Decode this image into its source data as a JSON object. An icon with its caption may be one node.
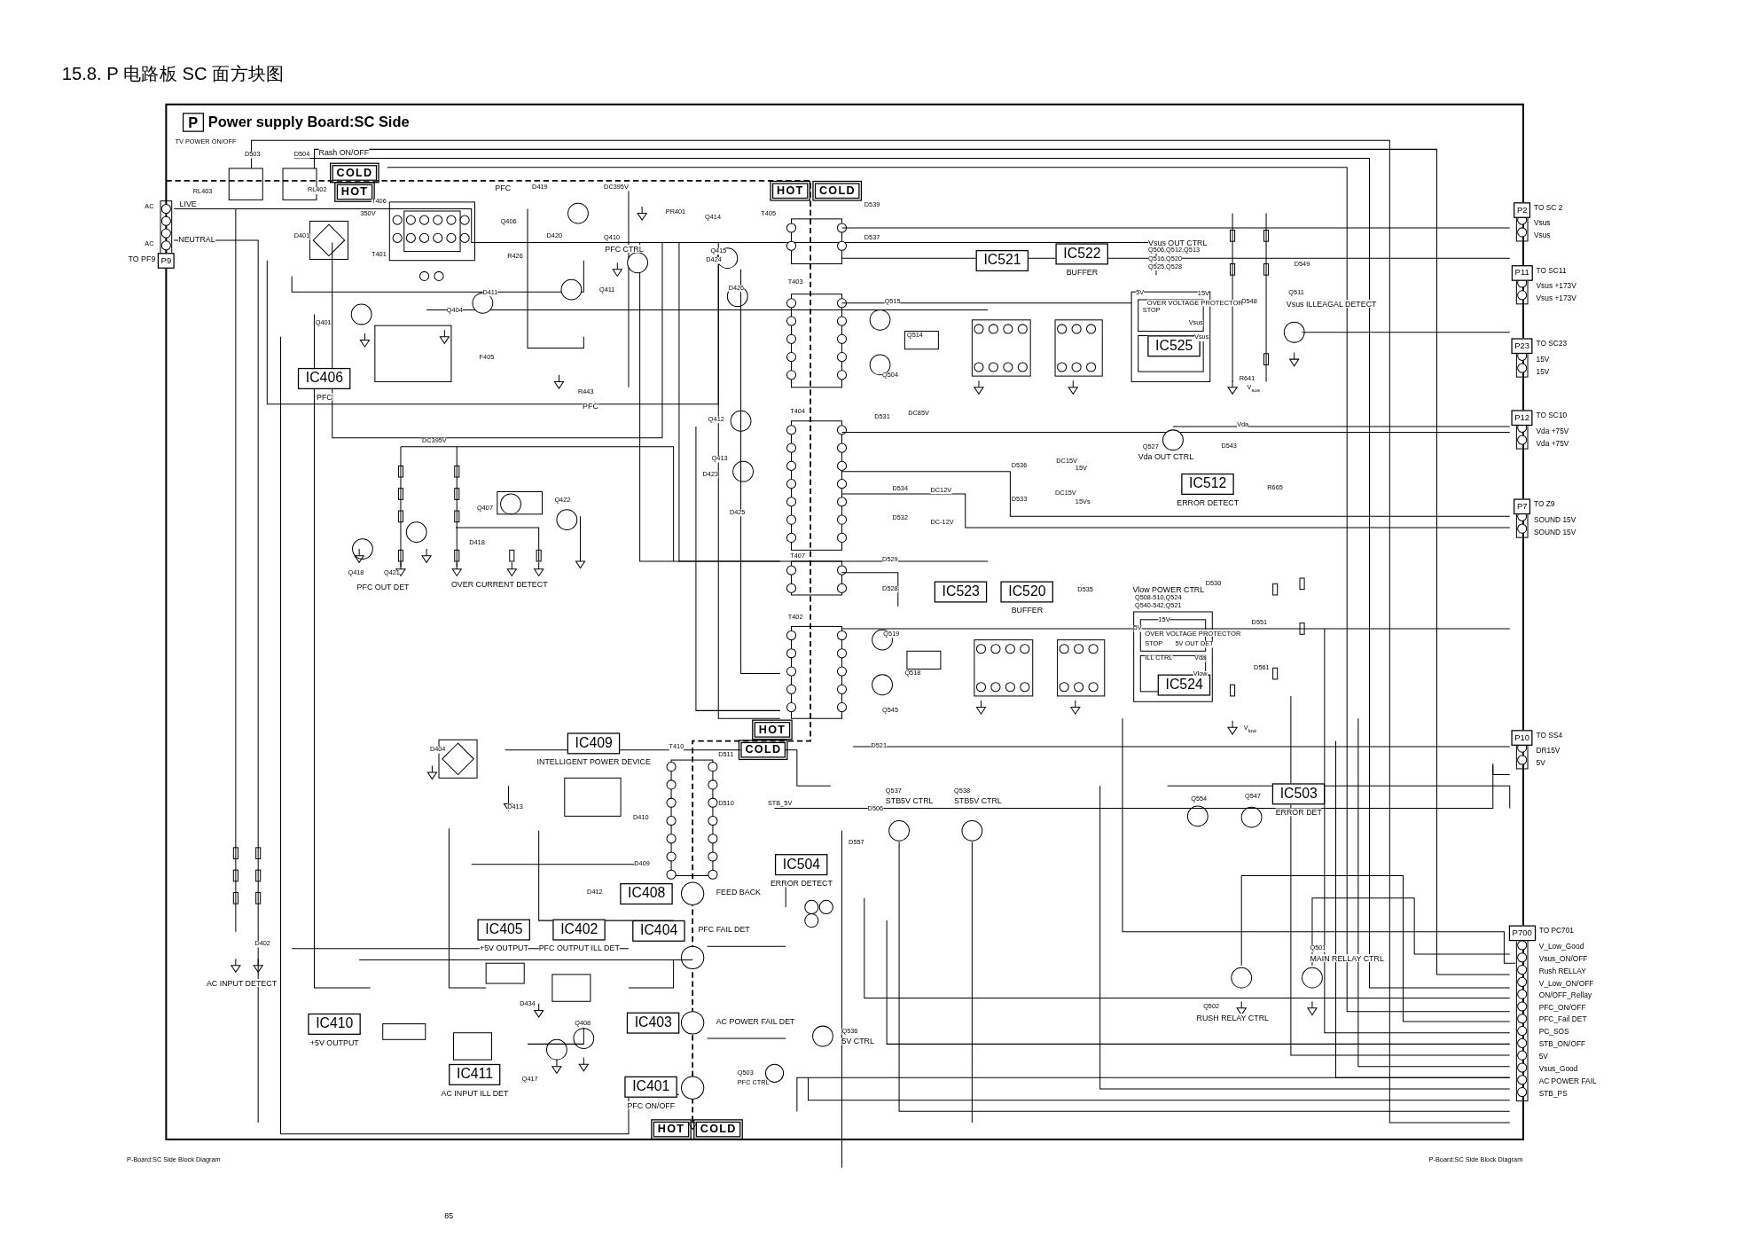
{
  "diagram": {
    "title": "15.8. P 电路板 SC 面方块图",
    "nodes": [
      {
        "text": [
          "P"
        ],
        "beside": [
          "Power supply Board:SC Side"
        ]
      },
      {
        "text": [
          "HOT"
        ]
      },
      {
        "text": [
          "COLD"
        ]
      },
      {
        "text": [
          "HOT"
        ]
      },
      {
        "text": [
          "COLD"
        ]
      },
      {
        "text": [
          "HOT"
        ]
      },
      {
        "text": [
          "COLD"
        ]
      },
      {
        "text": [
          "HOT"
        ]
      },
      {
        "text": [
          "COLD"
        ]
      },
      {
        "text": [
          "IC406"
        ],
        "beside": [
          "PFC"
        ]
      },
      {
        "text": [
          "IC521"
        ]
      },
      {
        "text": [
          "IC522"
        ],
        "beside": [
          "BUFFER"
        ]
      },
      {
        "text": [
          "IC525"
        ]
      },
      {
        "text": [
          "IC512"
        ],
        "beside": [
          "ERROR DETECT"
        ]
      },
      {
        "text": [
          "IC523"
        ]
      },
      {
        "text": [
          "IC520"
        ],
        "beside": [
          "BUFFER"
        ]
      },
      {
        "text": [
          "IC524"
        ]
      },
      {
        "text": [
          "IC409"
        ],
        "beside": [
          "INTELLIGENT POWER DEVICE"
        ]
      },
      {
        "text": [
          "IC503"
        ],
        "beside": [
          "ERROR DET"
        ]
      },
      {
        "text": [
          "IC504"
        ],
        "beside": [
          "ERROR DETECT"
        ]
      },
      {
        "text": [
          "IC408"
        ]
      },
      {
        "text": [
          "IC405"
        ],
        "beside": [
          "+5V OUTPUT"
        ]
      },
      {
        "text": [
          "IC402"
        ],
        "beside": [
          "PFC OUTPUT ILL DET"
        ]
      },
      {
        "text": [
          "IC404"
        ]
      },
      {
        "text": [
          "IC410"
        ],
        "beside": [
          "+5V OUTPUT"
        ]
      },
      {
        "text": [
          "IC403"
        ]
      },
      {
        "text": [
          "IC411"
        ],
        "beside": [
          "AC INPUT ILL DET"
        ]
      },
      {
        "text": [
          "IC401"
        ],
        "beside": [
          "PFC ON/OFF"
        ]
      },
      {
        "text": [
          "P9"
        ],
        "beside": [
          "TO PF9"
        ]
      },
      {
        "text": [
          "P2"
        ],
        "beside": [
          "TO SC 2",
          "Vsus",
          "Vsus"
        ]
      },
      {
        "text": [
          "P11"
        ],
        "beside": [
          "TO SC11",
          "Vsus +173V",
          "Vsus +173V"
        ]
      },
      {
        "text": [
          "P23"
        ],
        "beside": [
          "TO SC23",
          "15V",
          "15V"
        ]
      },
      {
        "text": [
          "P12"
        ],
        "beside": [
          "TO SC10",
          "Vda +75V",
          "Vda +75V"
        ]
      },
      {
        "text": [
          "P7"
        ],
        "beside": [
          "TO Z9",
          "SOUND 15V",
          "SOUND 15V"
        ]
      },
      {
        "text": [
          "P10"
        ],
        "beside": [
          "TO SS4",
          "DR15V",
          "5V"
        ]
      },
      {
        "text": [
          "P700"
        ],
        "beside": [
          "TO PC701",
          "V_Low_Good",
          "Vsus_ON/OFF",
          "Rush RELLAY",
          "V_Low_ON/OFF",
          "ON/OFF_Rellay",
          "PFC_ON/OFF",
          "PFC_Fail DET",
          "PC_SOS",
          "STB_ON/OFF",
          "5V",
          "Vsus_Good",
          "AC POWER FAIL",
          "STB_PS"
        ]
      }
    ],
    "labels": [
      "TV POWER ON/OFF",
      "D503",
      "D504",
      "Rash ON/OFF",
      "RL403",
      "RL402",
      "LIVE",
      "AC",
      "AC",
      "NEUTRAL",
      "T406",
      "350V",
      "D401",
      "T401",
      "PFC",
      "D419",
      "DC395V",
      "D420",
      "Q406",
      "R426",
      "Q410",
      "PFC CTRL",
      "PR401",
      "D411",
      "Q411",
      "Q404",
      "Q401",
      "F405",
      "R443",
      "PFC",
      "DC395V",
      "Q412",
      "Q413",
      "D423",
      "D425",
      "Q407",
      "Q422",
      "D418",
      "Q418",
      "Q421",
      "PFC OUT DET",
      "OVER CURRENT DETECT",
      "Q414",
      "Q415",
      "D424",
      "D426",
      "T405",
      "T403",
      "T404",
      "T407",
      "T402",
      "D539",
      "D537",
      "Q515",
      "Q514",
      "Q504",
      "D531",
      "DC85V",
      "D536",
      "DC15V",
      "15V",
      "D534",
      "DC12V",
      "DC15V",
      "15Vs",
      "D533",
      "D532",
      "DC-12V",
      "D529",
      "D528",
      "Vsus OUT CTRL",
      "Q506,Q512,Q513",
      "Q516,Q520",
      "Q525,Q528",
      "D549",
      "Q511",
      "Vsus ILLEAGAL DETECT",
      "D548",
      "R641",
      "V$_{sus}$",
      "5V",
      "15V",
      "OVER VOLTAGE PROTECTOR",
      "STOP",
      "Vsus",
      "Vsus",
      "Vda",
      "Q527",
      "Vda OUT CTRL",
      "D543",
      "R665",
      "D535",
      "D530",
      "Vlow POWER CTRL",
      "Q508-510,Q524",
      "Q540-542,Q521",
      "15V",
      "5V",
      "OVER VOLTAGE PROTECTOR",
      "STOP",
      "ILL CTRL",
      "5V OUT DET",
      "Vda",
      "Vlow",
      "D551",
      "D561",
      "V$_{low}$",
      "Q519",
      "Q518",
      "Q545",
      "D521",
      "D404",
      "T410",
      "D511",
      "D510",
      "STB_5V",
      "D413",
      "D410",
      "D409",
      "Q537",
      "STB5V CTRL",
      "Q538",
      "STB5V CTRL",
      "D506",
      "D557",
      "Q554",
      "Q547",
      "D412",
      "FEED BACK",
      "PFC FAIL DET",
      "D402",
      "AC INPUT DETECT",
      "D434",
      "Q408",
      "AC POWER FAIL DET",
      "Q536",
      "5V CTRL",
      "Q417",
      "Q503",
      "PFC CTRL",
      "Q501",
      "MAIN RELLAY CTRL",
      "Q502",
      "RUSH RELAY CTRL",
      "P-Board:SC Side Block Diagram",
      "P-Board:SC Side Block Diagram",
      "85"
    ]
  }
}
